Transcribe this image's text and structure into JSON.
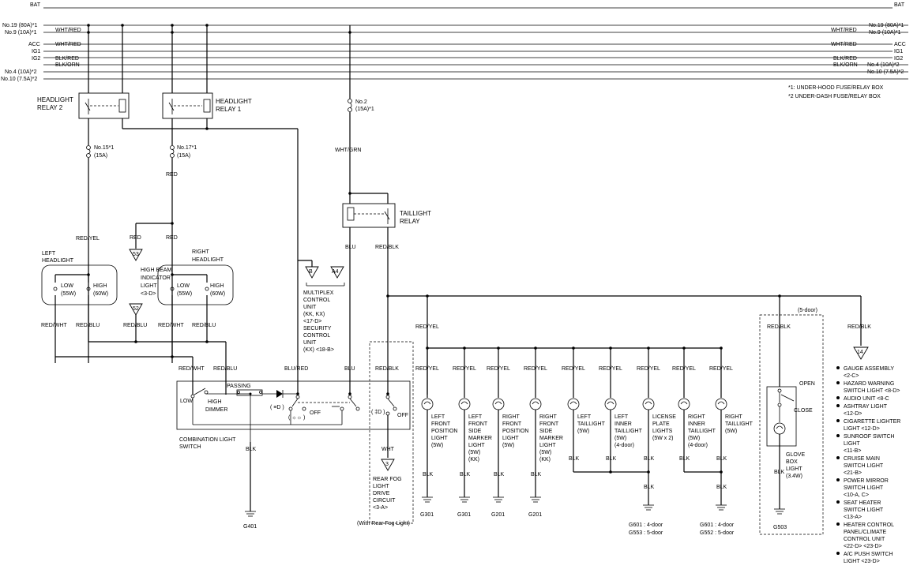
{
  "buses": [
    {
      "left": "BAT",
      "right": "BAT",
      "wire": ""
    },
    {
      "left": "No.19 (80A)*1",
      "right": "No.19 (80A)*1",
      "wire": ""
    },
    {
      "left": "No.9 (10A)*1",
      "right": "No.9 (10A)*1",
      "wire": "WHT/RED"
    },
    {
      "left": "ACC",
      "right": "ACC",
      "wire": "WHT/RED"
    },
    {
      "left": "IG1",
      "right": "IG1",
      "wire": ""
    },
    {
      "left": "IG2",
      "right": "IG2",
      "wire": "BLK/RED"
    },
    {
      "left": "No.4 (10A)*2",
      "right": "No.4 (10A)*2",
      "wire": "BLK/ORN"
    },
    {
      "left": "No.10 (7.5A)*2",
      "right": "No.10 (7.5A)*2",
      "wire": ""
    }
  ],
  "notes": [
    "*1: UNDER-HOOD FUSE/RELAY BOX",
    "*2 UNDER-DASH FUSE/RELAY BOX"
  ],
  "relays": {
    "headlight2": [
      "HEADLIGHT",
      "RELAY 2"
    ],
    "headlight1": [
      "HEADLIGHT",
      "RELAY 1"
    ],
    "taillight": [
      "TAILLIGHT",
      "RELAY"
    ]
  },
  "fuses": {
    "no15": [
      "No.15*1",
      "(15A)"
    ],
    "no17": [
      "No.17*1",
      "(15A)"
    ],
    "no2": [
      "No.2",
      "(15A)*1"
    ]
  },
  "wires": {
    "wht_grn": "WHT/GRN",
    "red": "RED",
    "red_yel": "RED/YEL",
    "blu": "BLU",
    "red_blk": "RED/BLK",
    "red_wht": "RED/WHT",
    "red_blu": "RED/BLU",
    "blu_red": "BLU/RED",
    "blk": "BLK",
    "wht": "WHT"
  },
  "headlights": {
    "left_title": [
      "LEFT",
      "HEADLIGHT"
    ],
    "right_title": [
      "RIGHT",
      "HEADLIGHT"
    ],
    "low": [
      "LOW",
      "(55W)"
    ],
    "high": [
      "HIGH",
      "(60W)"
    ]
  },
  "indicator": {
    "label": [
      "HIGH BEAM",
      "INDICATOR",
      "LIGHT",
      "<3-D>"
    ],
    "conn1": "53",
    "conn2": "52"
  },
  "multiplex": {
    "label": [
      "MULTIPLEX",
      "CONTROL",
      "UNIT",
      "(KK, KX)",
      "<17-D>",
      "SECURITY",
      "CONTROL",
      "UNIT",
      "(KX) <18-B>"
    ],
    "conn1": "B",
    "conn2": "A4"
  },
  "switch": {
    "passing": "PASSING",
    "low": "LOW",
    "high": "HIGH",
    "dimmer": "DIMMER",
    "off": "OFF",
    "off2": "OFF",
    "sym1": "( ≡D )",
    "sym2": "( ☼☼ )",
    "sym3": "( ‡D )",
    "label": [
      "COMBINATION LIGHT",
      "SWITCH"
    ]
  },
  "rearfog": {
    "conn": "3",
    "label": [
      "REAR FOG",
      "LIGHT",
      "DRIVE",
      "CIRCUIT",
      "<3-A>"
    ],
    "note": "(With Rear Fog Light)"
  },
  "five_door": "(5-door)",
  "lights": [
    {
      "label": [
        "LEFT",
        "FRONT",
        "POSITION",
        "LIGHT",
        "(5W)"
      ]
    },
    {
      "label": [
        "LEFT",
        "FRONT",
        "SIDE",
        "MARKER",
        "LIGHT",
        "(5W)",
        "(KK)"
      ]
    },
    {
      "label": [
        "RIGHT",
        "FRONT",
        "POSITION",
        "LIGHT",
        "(5W)"
      ]
    },
    {
      "label": [
        "RIGHT",
        "FRONT",
        "SIDE",
        "MARKER",
        "LIGHT",
        "(5W)",
        "(KK)"
      ]
    },
    {
      "label": [
        "LEFT",
        "TAILLIGHT",
        "(5W)"
      ]
    },
    {
      "label": [
        "LEFT",
        "INNER",
        "TAILLIGHT",
        "(5W)",
        "(4-door)"
      ]
    },
    {
      "label": [
        "LICENSE",
        "PLATE",
        "LIGHTS",
        "(5W x 2)"
      ]
    },
    {
      "label": [
        "RIGHT",
        "INNER",
        "TAILLIGHT",
        "(5W)",
        "(4-door)"
      ]
    },
    {
      "label": [
        "RIGHT",
        "TAILLIGHT",
        "(5W)"
      ]
    }
  ],
  "grounds": {
    "g401": "G401",
    "g301a": "G301",
    "g301b": "G301",
    "g201a": "G201",
    "g201b": "G201",
    "gl_a": "G601 : 4-door",
    "gl_b": "G553 : 5-door",
    "gr_a": "G601 : 4-door",
    "gr_b": "G552 : 5-door",
    "g503": "G503"
  },
  "glovebox": {
    "open": "OPEN",
    "close": "CLOSE",
    "label": [
      "GLOVE",
      "BOX",
      "LIGHT",
      "(3.4W)"
    ]
  },
  "dimmer_conn": "14",
  "dimmer_list": [
    [
      "GAUGE ASSEMBLY",
      "<2-C>"
    ],
    [
      "HAZARD WARNING",
      "SWITCH LIGHT <8-D>"
    ],
    [
      "AUDIO UNIT <8-C"
    ],
    [
      "ASHTRAY LIGHT",
      "<12-D>"
    ],
    [
      "CIGARETTE LIGHTER",
      "LIGHT <12-D>"
    ],
    [
      "SUNROOF SWITCH",
      "LIGHT",
      "<11-B>"
    ],
    [
      "CRUISE MAIN",
      "SWITCH LIGHT",
      "<21-B>"
    ],
    [
      "POWER MIRROR",
      "SWITCH LIGHT",
      "<10-A, C>"
    ],
    [
      "SEAT HEATER",
      "SWITCH LIGHT",
      "<13-A>"
    ],
    [
      "HEATER CONTROL",
      "PANEL/CLIMATE",
      "CONTROL UNIT",
      "<22-D> <23-D>"
    ],
    [
      "A/C PUSH SWITCH",
      "LIGHT <23-D>"
    ]
  ]
}
